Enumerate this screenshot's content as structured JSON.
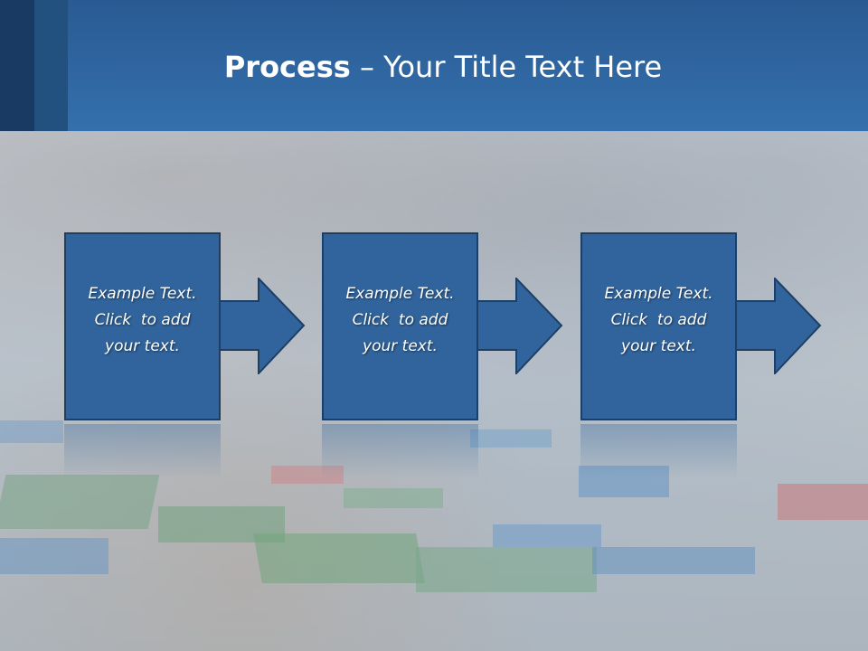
{
  "slide": {
    "title_bold": "Process",
    "title_rest": " – Your Title Text Here",
    "colors": {
      "header_top": "#2a5a92",
      "header_bottom": "#3470ad",
      "stripe_dark": "#193b63",
      "stripe_mid": "#22507f",
      "step_fill": "#31649c",
      "step_border": "#1d3f66"
    },
    "steps": [
      {
        "line1": "Example Text.",
        "line2": "Click  to add",
        "line3": "your text."
      },
      {
        "line1": "Example Text.",
        "line2": "Click  to add",
        "line3": "your text."
      },
      {
        "line1": "Example Text.",
        "line2": "Click  to add",
        "line3": "your text."
      }
    ]
  }
}
